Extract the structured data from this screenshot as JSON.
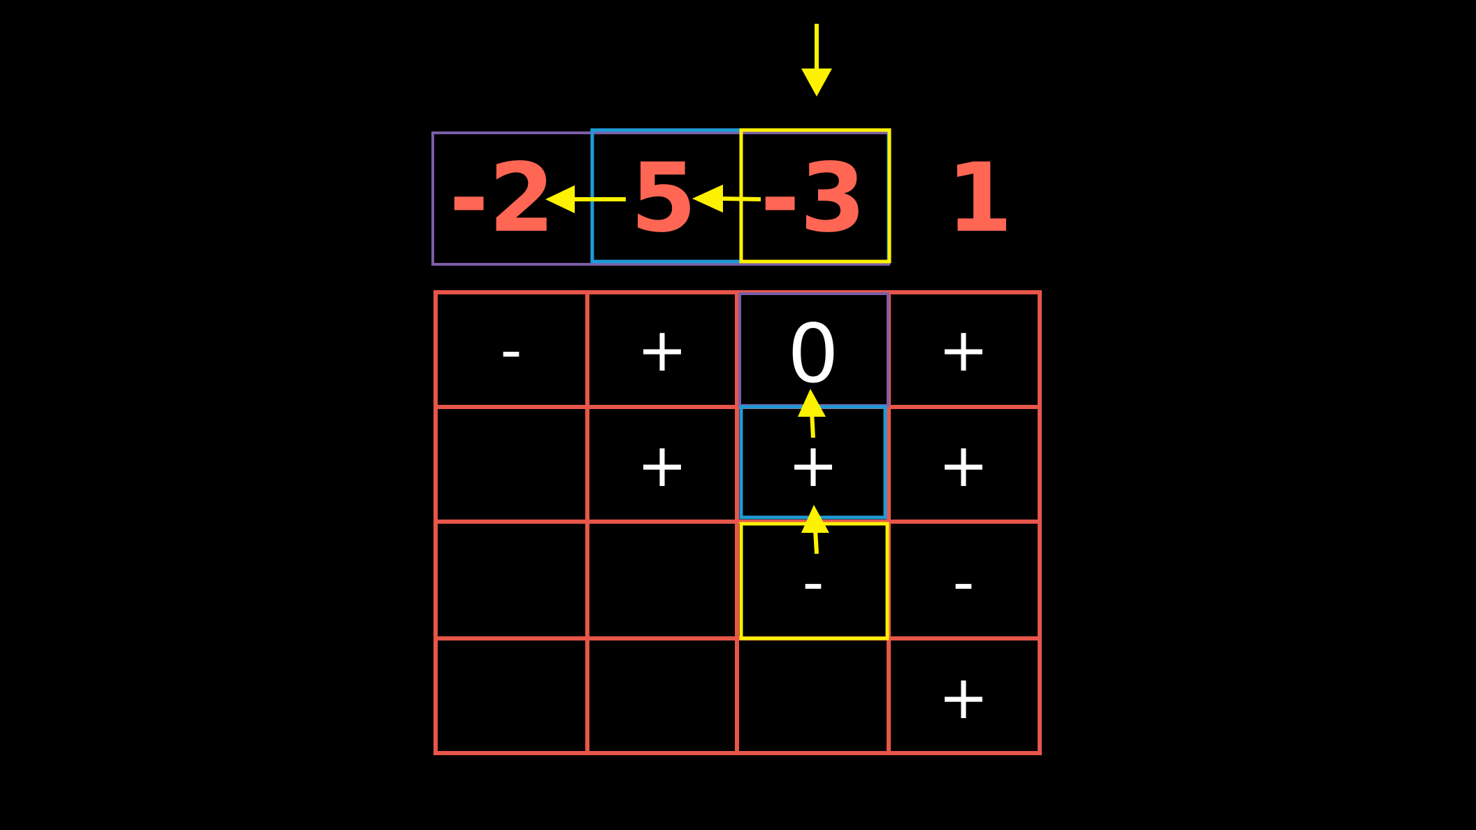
{
  "colors": {
    "background": "#000000",
    "number": "#FF6654",
    "grid": "#E8564A",
    "cell_text": "#FFFFFF",
    "arrow": "#FFF200",
    "purple_box": "#7B5EA7",
    "blue_box": "#1F9BD7",
    "yellow_box": "#FFF200"
  },
  "top_row": {
    "values": [
      "-2",
      "5",
      "-3",
      "1"
    ]
  },
  "grid": {
    "rows": [
      [
        "-",
        "+",
        "0",
        "+"
      ],
      [
        "",
        "+",
        "+",
        "+"
      ],
      [
        "",
        "",
        "-",
        "-"
      ],
      [
        "",
        "",
        "",
        "+"
      ]
    ]
  },
  "icons": {
    "down_arrow": "down-arrow-icon",
    "left_arrow": "left-arrow-icon",
    "up_arrow": "up-arrow-icon"
  }
}
